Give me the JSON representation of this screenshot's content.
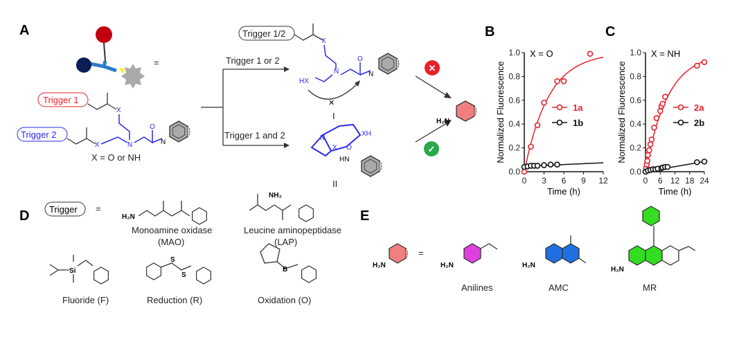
{
  "panels": {
    "a": "A",
    "b": "B",
    "c": "C",
    "d": "D",
    "e": "E"
  },
  "scheme": {
    "equals": "=",
    "trigger1": "Trigger 1",
    "trigger2": "Trigger 2",
    "trigger12": "Trigger 1/2",
    "x_def": "X = O or NH",
    "path_top": "Trigger 1 or 2",
    "path_bottom": "Trigger 1 and 2",
    "int1": "I",
    "int2": "II",
    "atoms": {
      "x": "X",
      "n": "N",
      "o": "O",
      "hx": "HX",
      "xh": "XH",
      "h": "H",
      "nh": "N",
      "hn": "HN",
      "h2n": "H₂N"
    },
    "blocked": "✕",
    "ok": "✓",
    "colors": {
      "red": "#e8202a",
      "blue": "#2a2af0",
      "green": "#2aa84a",
      "gray": "#aaaaaa"
    }
  },
  "triggers": {
    "label": "Trigger",
    "equals": "=",
    "items": [
      {
        "name": "Monoamine oxidase",
        "abbr": "(MAO)",
        "atoms": "H₂N"
      },
      {
        "name": "Leucine aminopeptidase",
        "abbr": "(LAP)",
        "atoms": "NH₂"
      },
      {
        "name": "Fluoride (F)",
        "atoms": "Si"
      },
      {
        "name": "Reduction (R)",
        "atoms": "S"
      },
      {
        "name": "Oxidation (O)",
        "atoms": "B"
      }
    ]
  },
  "fluorophores": {
    "equals": "=",
    "h2n": "H₂N",
    "items": [
      {
        "name": "Anilines",
        "color": "#e040e0"
      },
      {
        "name": "AMC",
        "color": "#1f6fe0"
      },
      {
        "name": "MR",
        "color": "#33dd22"
      }
    ]
  },
  "chart_data": [
    {
      "type": "scatter",
      "title": "X = O",
      "xlabel": "Time (h)",
      "ylabel": "Normalized Fluorescence",
      "xlim": [
        0,
        12
      ],
      "ylim": [
        0,
        1.0
      ],
      "xticks": [
        "0",
        "3",
        "6",
        "9",
        "12"
      ],
      "yticks": [
        "0.0",
        "0.2",
        "0.4",
        "0.6",
        "0.8",
        "1.0"
      ],
      "legend": "center-right",
      "series": [
        {
          "name": "1a",
          "color": "#e8202a",
          "x": [
            0,
            1,
            2,
            3,
            5,
            6,
            10
          ],
          "y": [
            0,
            0.21,
            0.39,
            0.58,
            0.76,
            0.76,
            0.99
          ],
          "fit": "exp",
          "k": 0.27
        },
        {
          "name": "1b",
          "color": "#111111",
          "x": [
            0,
            0.5,
            1,
            1.5,
            2,
            3,
            4,
            5
          ],
          "y": [
            0.04,
            0.045,
            0.05,
            0.05,
            0.05,
            0.055,
            0.06,
            0.06
          ],
          "fit": "linear",
          "line": [
            0.045,
            0.075
          ]
        }
      ]
    },
    {
      "type": "scatter",
      "title": "X = NH",
      "xlabel": "Time (h)",
      "ylabel": "Normalized Fluorescence",
      "xlim": [
        0,
        24
      ],
      "ylim": [
        0,
        1.0
      ],
      "xticks": [
        "0",
        "6",
        "12",
        "18",
        "24"
      ],
      "yticks": [
        "0.0",
        "0.2",
        "0.4",
        "0.6",
        "0.8",
        "1.0"
      ],
      "legend": "center-right",
      "series": [
        {
          "name": "2a",
          "color": "#e8202a",
          "x": [
            0,
            0.25,
            0.5,
            0.75,
            1,
            1.5,
            2,
            2.5,
            3.5,
            4.5,
            6,
            6.5,
            7,
            8,
            21,
            24
          ],
          "y": [
            0,
            0.03,
            0.06,
            0.09,
            0.14,
            0.18,
            0.23,
            0.27,
            0.37,
            0.45,
            0.51,
            0.55,
            0.57,
            0.63,
            0.89,
            0.92
          ],
          "fit": "exp",
          "k": 0.11
        },
        {
          "name": "2b",
          "color": "#111111",
          "x": [
            0,
            1,
            2,
            3,
            4,
            5,
            6.5,
            7,
            8,
            9,
            21,
            24
          ],
          "y": [
            0,
            0.01,
            0.015,
            0.02,
            0.02,
            0.025,
            0.03,
            0.035,
            0.04,
            0.04,
            0.08,
            0.085
          ],
          "fit": "linear",
          "line": [
            0,
            0.085
          ]
        }
      ]
    }
  ]
}
